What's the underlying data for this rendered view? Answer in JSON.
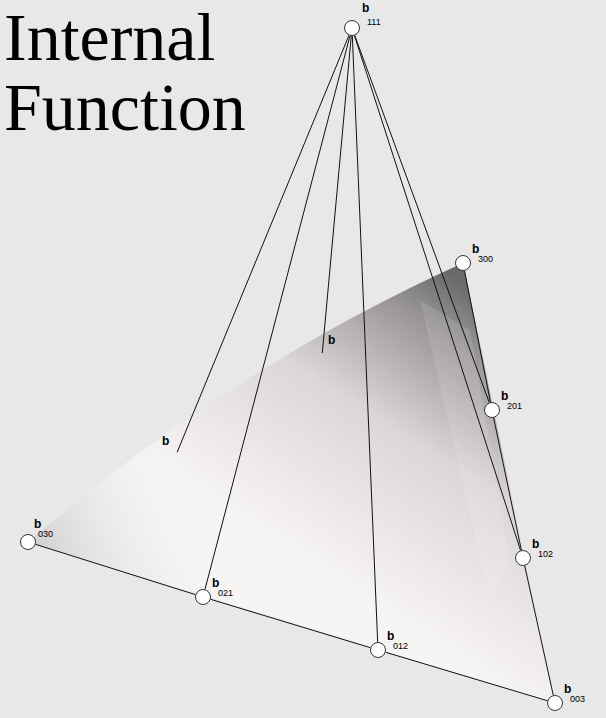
{
  "diagram": {
    "title": "Internal Function",
    "nodes": [
      {
        "text": [
          "b",
          "111"
        ]
      },
      {
        "text": [
          "b",
          "300"
        ]
      },
      {
        "text": [
          "b"
        ]
      },
      {
        "text": [
          "b",
          "201"
        ]
      },
      {
        "text": [
          "b"
        ]
      },
      {
        "text": [
          "b",
          "030"
        ]
      },
      {
        "text": [
          "b",
          "102"
        ]
      },
      {
        "text": [
          "b",
          "021"
        ]
      },
      {
        "text": [
          "b",
          "012"
        ]
      },
      {
        "text": [
          "b",
          "003"
        ]
      }
    ],
    "edges": [
      {
        "from": 0,
        "to": 2,
        "arrow": "none"
      },
      {
        "from": 0,
        "to": 3,
        "arrow": "none"
      },
      {
        "from": 0,
        "to": 4,
        "arrow": "none"
      },
      {
        "from": 0,
        "to": 6,
        "arrow": "none"
      },
      {
        "from": 0,
        "to": 7,
        "arrow": "none"
      },
      {
        "from": 0,
        "to": 8,
        "arrow": "none"
      },
      {
        "from": 5,
        "to": 7,
        "arrow": "none"
      },
      {
        "from": 7,
        "to": 8,
        "arrow": "none"
      },
      {
        "from": 8,
        "to": 9,
        "arrow": "none"
      },
      {
        "from": 9,
        "to": 6,
        "arrow": "none"
      },
      {
        "from": 6,
        "to": 3,
        "arrow": "none"
      },
      {
        "from": 3,
        "to": 1,
        "arrow": "none"
      }
    ]
  }
}
